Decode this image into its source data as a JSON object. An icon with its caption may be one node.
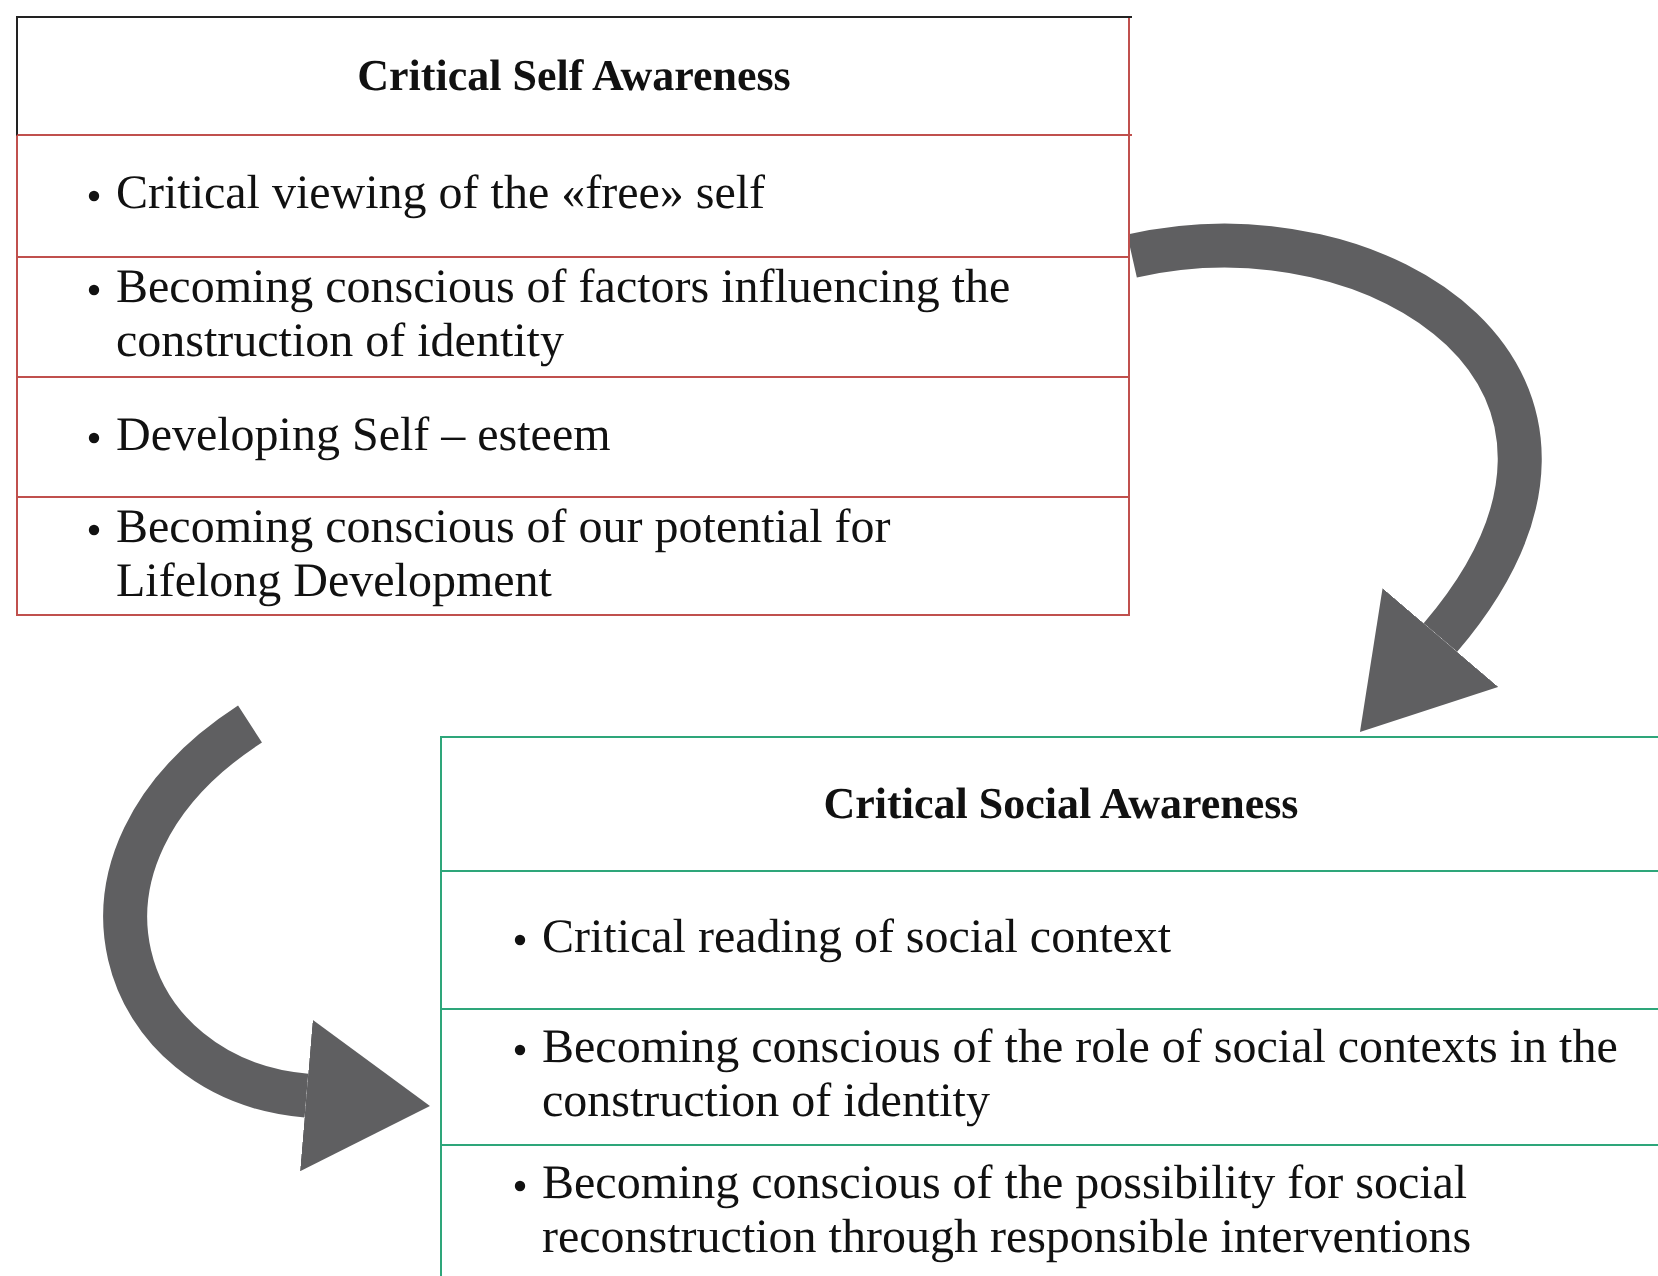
{
  "diagram": {
    "nodes": [
      {
        "text": [
          "Critical Self Awareness"
        ]
      },
      {
        "text": [
          "Critical viewing of the «free» self"
        ],
        "in": 0
      },
      {
        "text": [
          "Becoming conscious of factors influencing the construction of  identity"
        ],
        "in": 0
      },
      {
        "text": [
          "Developing Self – esteem"
        ],
        "in": 0
      },
      {
        "text": [
          "Becoming conscious of our potential for Lifelong Development"
        ],
        "in": 0
      },
      {
        "text": [
          "Critical Social Awareness"
        ]
      },
      {
        "text": [
          "Critical reading of social context"
        ],
        "in": 5
      },
      {
        "text": [
          "Becoming conscious of the role of social contexts in the construction of identity"
        ],
        "in": 5
      },
      {
        "text": [
          "Becoming conscious of the possibility for social reconstruction through responsible interventions"
        ],
        "in": 5
      }
    ],
    "edges": [
      {
        "from": 0,
        "to": 5,
        "arrow": "to"
      },
      {
        "from": null,
        "to": 5,
        "arrow": "to"
      }
    ]
  }
}
